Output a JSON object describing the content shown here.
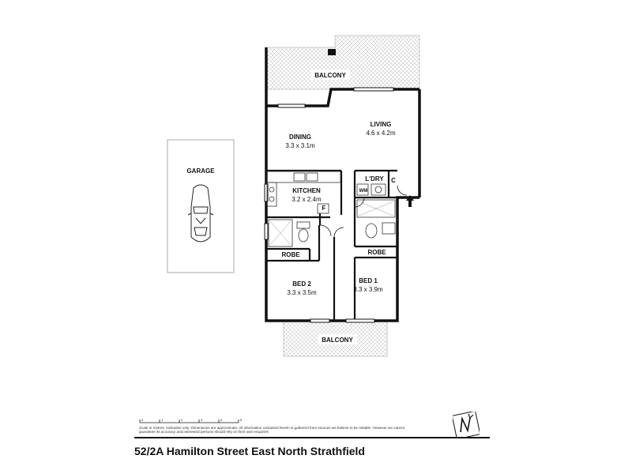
{
  "rooms": {
    "balcony_top": {
      "name": "BALCONY"
    },
    "living": {
      "name": "LIVING",
      "size": "4.6 x 4.2m"
    },
    "dining": {
      "name": "DINING",
      "size": "3.3 x 3.1m"
    },
    "kitchen": {
      "name": "KITCHEN",
      "size": "3.2 x 2.4m"
    },
    "laundry": {
      "name": "L'DRY"
    },
    "cupboard": {
      "name": "C"
    },
    "fridge": {
      "name": "F"
    },
    "washing_machine": {
      "name": "WM"
    },
    "robe_left": {
      "name": "ROBE"
    },
    "robe_right": {
      "name": "ROBE"
    },
    "bed2": {
      "name": "BED 2",
      "size": "3.3 x 3.5m"
    },
    "bed1": {
      "name": "BED 1",
      "size": "3.3 x 3.9m"
    },
    "balcony_bottom": {
      "name": "BALCONY"
    },
    "garage": {
      "name": "GARAGE"
    }
  },
  "footer": {
    "scale_ticks": [
      "0",
      "1",
      "2",
      "3",
      "4",
      "5"
    ],
    "disclaimer": "Scale in metres. Indicative only. Dimensions are approximate. All information contained herein is gathered from sources we believe to be reliable. However we cannot guarantee its accuracy and interested persons should rely on their own enquiries",
    "address": "52/2A Hamilton Street East North Strathfield"
  },
  "icons": {
    "compass": "north-compass-icon",
    "car": "car-icon",
    "entry_arrow": "entry-arrow-icon"
  }
}
